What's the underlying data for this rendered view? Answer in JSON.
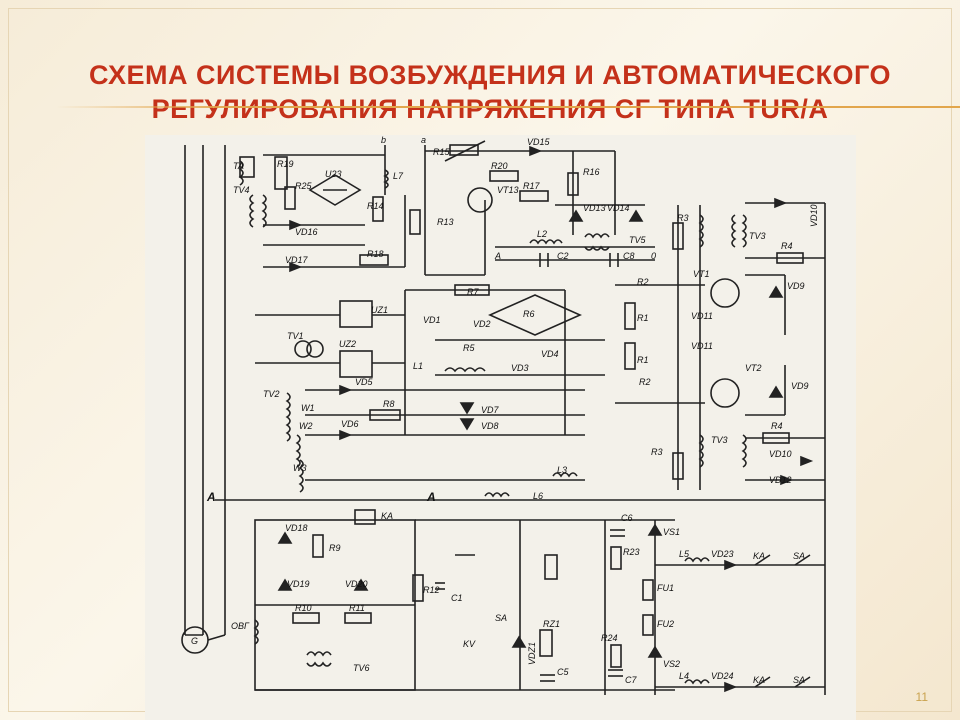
{
  "slide": {
    "title_line1": "СХЕМА СИСТЕМЫ ВОЗБУЖДЕНИЯ И АВТОМАТИЧЕСКОГО",
    "title_line2": "РЕГУЛИРОВАНИЯ НАПРЯЖЕНИЯ СГ ТИПА TUR/A",
    "page_number": "11"
  },
  "schematic": {
    "labels": {
      "ta": "TA",
      "r19": "R19",
      "u23": "U23",
      "b": "b",
      "l7": "L7",
      "a_top": "a",
      "r15": "R15",
      "vd15": "VD15",
      "tv4": "TV4",
      "r25": "R25",
      "r20": "R20",
      "vt13": "VT13",
      "r17": "R17",
      "r16": "R16",
      "r14": "R14",
      "r13": "R13",
      "vd13": "VD13",
      "vd14": "VD14",
      "r3_top": "R3",
      "tv3_top": "TV3",
      "vd10_top": "VD10",
      "r4_top": "R4",
      "vd16": "VD16",
      "l2": "L2",
      "tv5": "TV5",
      "a_mid": "A",
      "c2": "C2",
      "c8": "C8",
      "zero": "0",
      "r18": "R18",
      "vd17": "VD17",
      "r7": "R7",
      "r2_top": "R2",
      "vt1": "VT1",
      "vd9_top": "VD9",
      "uz1": "UZ1",
      "vd1": "VD1",
      "vd2": "VD2",
      "r6": "R6",
      "r1_top": "R1",
      "vd11_top": "VD11",
      "tv1": "TV1",
      "uz2": "UZ2",
      "r5": "R5",
      "vd4": "VD4",
      "r1_bot": "R1",
      "vd11_bot": "VD11",
      "l1": "L1",
      "vd3": "VD3",
      "vt2": "VT2",
      "vd9_bot": "VD9",
      "tv2": "TV2",
      "vd5": "VD5",
      "r2_bot": "R2",
      "w1": "W1",
      "r8": "R8",
      "vd7": "VD7",
      "w2": "W2",
      "vd6": "VD6",
      "vd8": "VD8",
      "r4_bot": "R4",
      "tv3_bot": "TV3",
      "r3_bot": "R3",
      "vd10_bot": "VD10",
      "w3": "W3",
      "l3": "L3",
      "vd12": "VD12",
      "a_left": "A",
      "a_bus": "A",
      "l6": "L6",
      "ka_top": "KA",
      "vd18": "VD18",
      "c6": "C6",
      "vs1": "VS1",
      "r9": "R9",
      "r23": "R23",
      "l5": "L5",
      "vd23": "VD23",
      "ka_mid": "KA",
      "sa_mid": "SA",
      "vd19": "VD19",
      "vd20": "VD20",
      "r12": "R12",
      "c1": "C1",
      "fu1": "FU1",
      "r10": "R10",
      "r11": "R11",
      "sa_low": "SA",
      "rz1": "RZ1",
      "fu2": "FU2",
      "g": "G",
      "obv": "ОВГ",
      "kv": "KV",
      "vdz1": "VDZ1",
      "r24": "R24",
      "tv6": "TV6",
      "c5": "C5",
      "c7": "C7",
      "vs2": "VS2",
      "l4": "L4",
      "vd24": "VD24",
      "ka_bot": "KA",
      "sa_bot": "SA"
    }
  }
}
